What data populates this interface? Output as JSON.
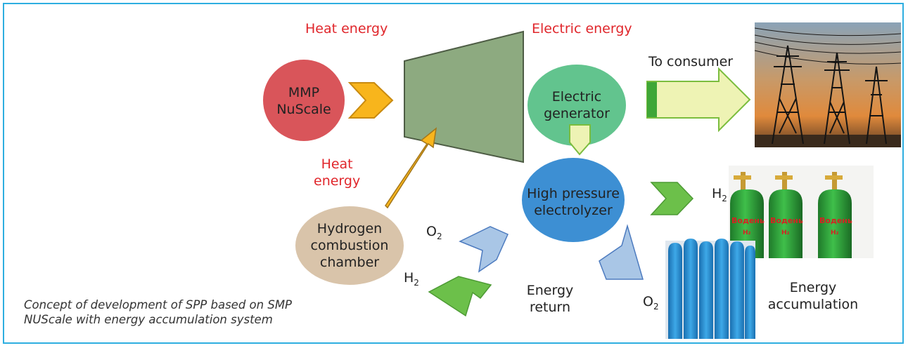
{
  "labels": {
    "heat_energy_top": "Heat energy",
    "electric_energy": "Electric energy",
    "heat_energy_left": "Heat\nenergy",
    "mmp": "MMP\nNuScale",
    "generator": "Electric\ngenerator",
    "electrolyzer": "High pressure\nelectrolyzer",
    "combustion": "Hydrogen\ncombustion\nchamber",
    "to_consumer": "To consumer",
    "h2_right_main": "H",
    "h2_right_sub": "2",
    "o2_bottom_main": "O",
    "o2_bottom_sub": "2",
    "o2_left_main": "O",
    "o2_left_sub": "2",
    "h2_left_main": "H",
    "h2_left_sub": "2",
    "energy_return": "Energy\nreturn",
    "energy_accumulation": "Energy\naccumulation",
    "caption": "Concept of development of SPP based on SMP NUScale with energy accumulation system"
  },
  "pictures": {
    "tank_marking": "Водень"
  },
  "colors": {
    "border": "#2eaee0",
    "red_text": "#e0262b",
    "mmp_circle": "#d9555a",
    "generator_ellipse": "#62c48e",
    "electrolyzer_ellipse": "#3d8fd3",
    "combustion_ellipse": "#d9c4aa",
    "turbine": "#8daa80",
    "orange_arrow": "#f8b51c",
    "pale_arrow": "#eef3b4",
    "green_chevron": "#6cc04a",
    "blue_chevron": "#a9c6e6"
  }
}
